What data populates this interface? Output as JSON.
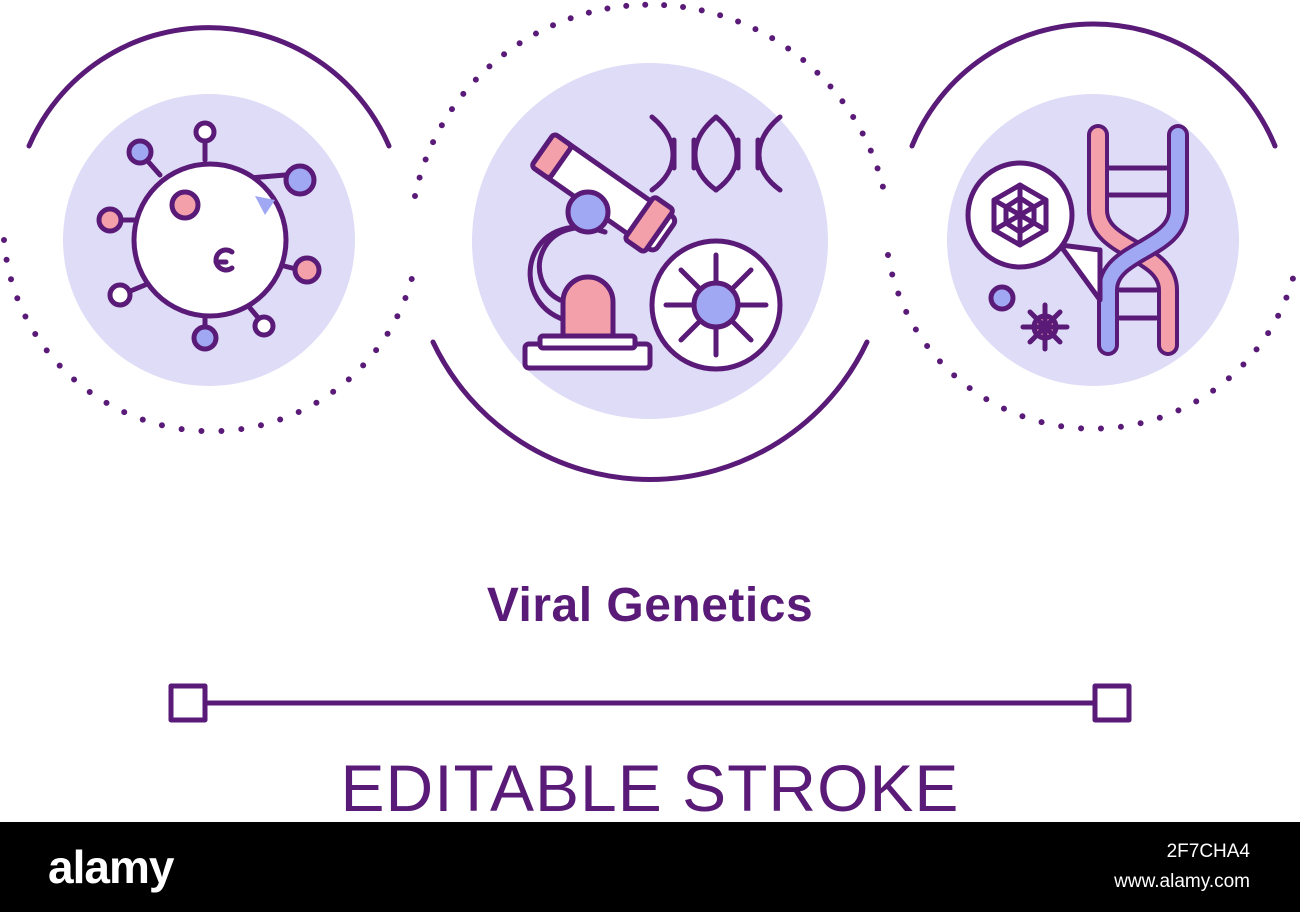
{
  "title": "Viral Genetics",
  "subtitle": "EDITABLE STROKE",
  "footer": {
    "brand": "alamy",
    "image_id": "2F7CHA4",
    "site": "www.alamy.com"
  },
  "colors": {
    "stroke": "#5a1a78",
    "fill_lavender": "#dedcf6",
    "fill_pink": "#f4a0aa",
    "fill_blue": "#a0a8f4",
    "footer_bg": "#000000"
  },
  "icons": [
    "virus-icon",
    "microscope-icon",
    "dna-icon",
    "molecule-icon",
    "virus-small-icon",
    "ruler-line-icon"
  ]
}
